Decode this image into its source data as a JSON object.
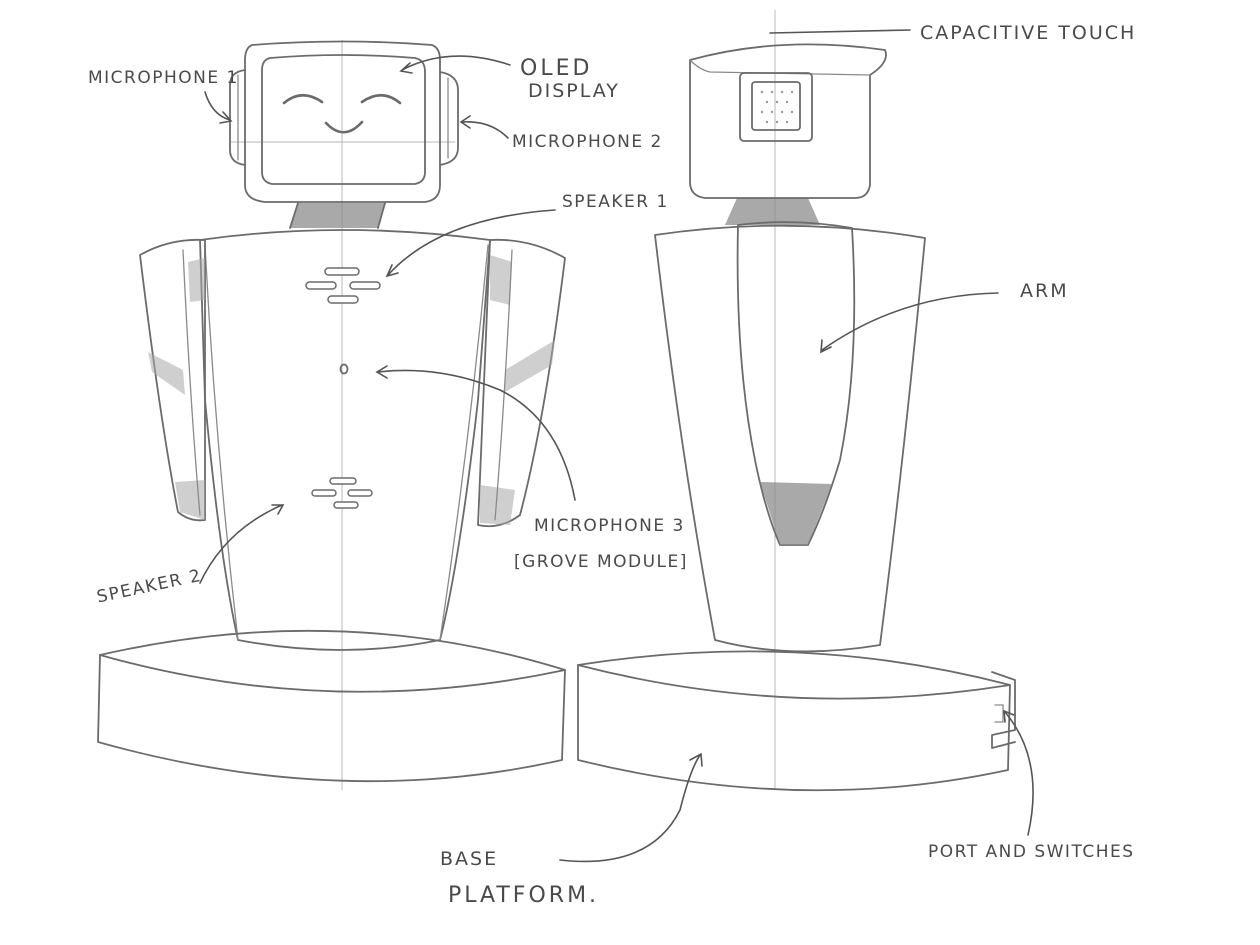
{
  "labels": {
    "microphone_1": "MICROPHONE 1",
    "oled_display_line1": "OLED",
    "oled_display_line2": "DISPLAY",
    "microphone_2": "MICROPHONE 2",
    "speaker_1": "SPEAKER 1",
    "microphone_3_line1": "MICROPHONE 3",
    "microphone_3_line2": "[GROVE MODULE]",
    "speaker_2": "SPEAKER 2",
    "capacitive_touch": "CAPACITIVE TOUCH",
    "arm": "ARM",
    "base_platform_line1": "BASE",
    "base_platform_line2": "PLATFORM.",
    "port_and_switches": "PORT AND SWITCHES"
  },
  "colors": {
    "pencil": "#6b6b6b",
    "shading": "#8c8c8c",
    "paper": "#ffffff"
  }
}
